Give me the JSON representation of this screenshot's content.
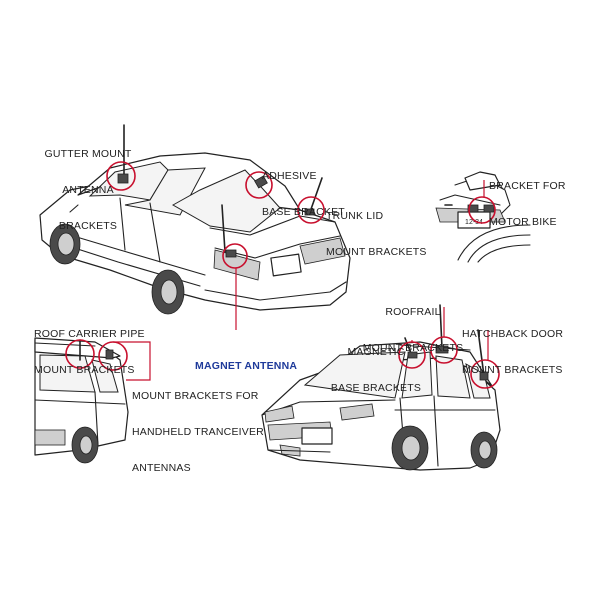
{
  "labels": {
    "gutter_mount": [
      "GUTTER MOUNT",
      "ANTENNA",
      "BRACKETS"
    ],
    "adhesive_base": [
      "ADHESIVE",
      "BASE BRACKET"
    ],
    "trunk_lid": [
      "TRUNK LID",
      "MOUNT BRACKETS"
    ],
    "motor_bike": [
      "BRACKET FOR",
      "MOTOR BIKE"
    ],
    "magnet_antenna": [
      "MAGNET ANTENNA"
    ],
    "roof_carrier": [
      "ROOF CARRIER PIPE",
      "MOUNT BRACKETS"
    ],
    "handheld": [
      "MOUNT BRACKETS FOR",
      "HANDHELD TRANCEIVER",
      "ANTENNAS"
    ],
    "roofrail": [
      "ROOFRAIL",
      "MOUNT BRACKETS"
    ],
    "magnetic_base": [
      "MAGNETIC",
      "BASE BRACKETS"
    ],
    "hatchback": [
      "HATCHBACK DOOR",
      "MOUNT BRACKETS"
    ]
  },
  "plates": {
    "bike_plate": "12-34"
  },
  "colors": {
    "line": "#222222",
    "highlight_circle": "#c8102e",
    "accent_label": "#1e3a9a",
    "shadow": "#bfbfbf"
  }
}
